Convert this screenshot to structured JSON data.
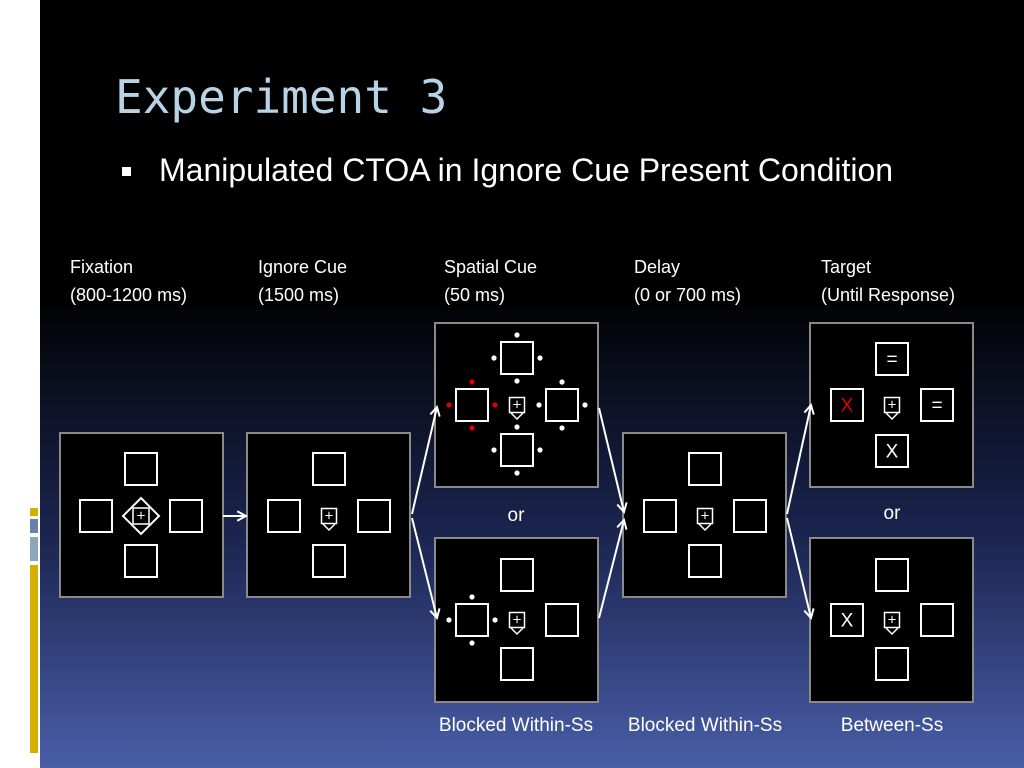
{
  "slide": {
    "title": "Experiment 3",
    "bullet": "Manipulated CTOA in Ignore Cue Present Condition"
  },
  "stages": [
    {
      "name": "Fixation",
      "duration": "(800-1200 ms)"
    },
    {
      "name": "Ignore Cue",
      "duration": "(1500 ms)"
    },
    {
      "name": "Spatial Cue",
      "duration": "(50 ms)"
    },
    {
      "name": "Delay",
      "duration": "(0 or 700 ms)"
    },
    {
      "name": "Target",
      "duration": "(Until Response)"
    }
  ],
  "or_labels": [
    "or",
    "or"
  ],
  "footer_labels": [
    "Blocked Within-Ss",
    "Blocked Within-Ss",
    "Between-Ss"
  ],
  "symbols": {
    "fixation": "+",
    "target_x": "X",
    "distractor_eq": "="
  },
  "colors": {
    "accent_title": "#b9d3e6",
    "cue_red": "#e00000",
    "panel_border": "#8a8a8a",
    "sidebar_yellow": "#d4b000",
    "sidebar_slate": "#6b7fa8"
  }
}
